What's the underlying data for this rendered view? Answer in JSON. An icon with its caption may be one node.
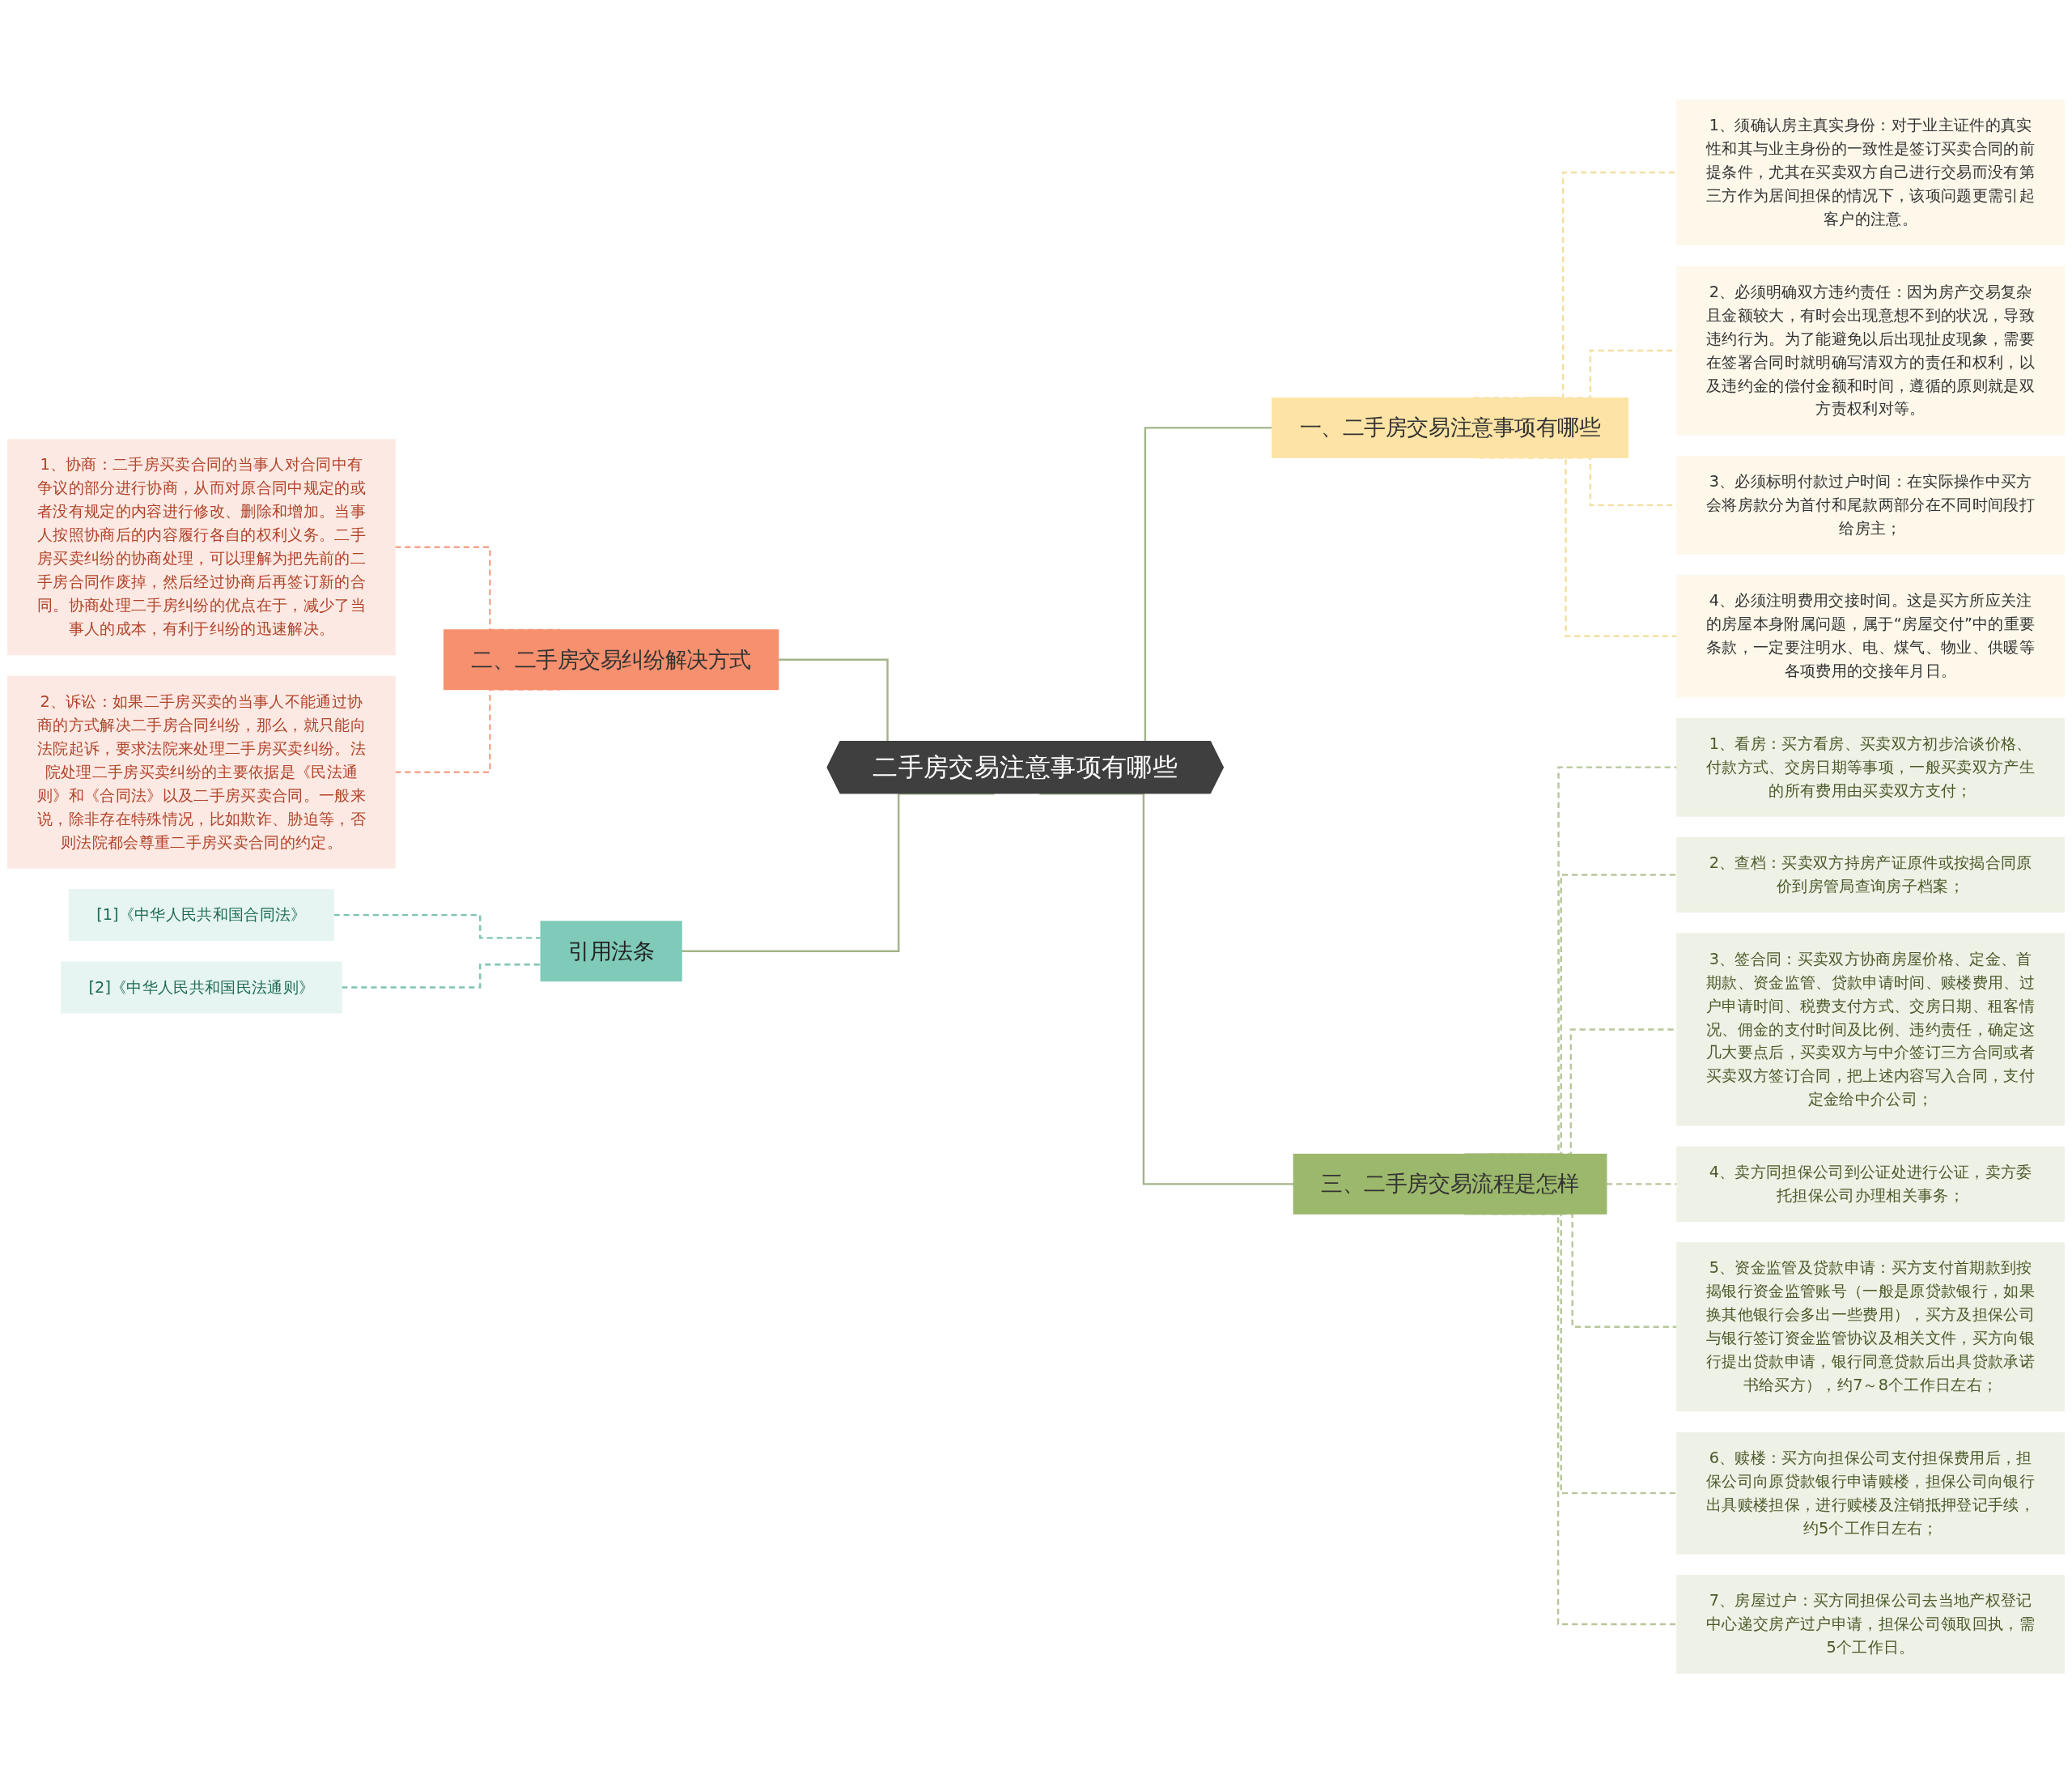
{
  "diagram": {
    "nodes": [
      {
        "text": [
          "二手房交易注意事项有哪些"
        ]
      },
      {
        "text": [
          "一、二手房交易注意事项有哪些"
        ]
      },
      {
        "text": [
          "1、须确认房主真实身份：对于业主证件的真实性和其与业主身份的一致性是签订买卖合同的前提条件，尤其在买卖双方自己进行交易而没有第三方作为居间担保的情况下，该项问题更需引起客户的注意。"
        ]
      },
      {
        "text": [
          "2、必须明确双方违约责任：因为房产交易复杂且金额较大，有时会出现意想不到的状况，导致违约行为。为了能避免以后出现扯皮现象，需要在签署合同时就明确写清双方的责任和权利，以及违约金的偿付金额和时间，遵循的原则就是双方责权利对等。"
        ]
      },
      {
        "text": [
          "3、必须标明付款过户时间：在实际操作中买方会将房款分为首付和尾款两部分在不同时间段打给房主；"
        ]
      },
      {
        "text": [
          "4、必须注明费用交接时间。这是买方所应关注的房屋本身附属问题，属于“房屋交付”中的重要条款，一定要注明水、电、煤气、物业、供暖等各项费用的交接年月日。"
        ]
      },
      {
        "text": [
          "二、二手房交易纠纷解决方式"
        ]
      },
      {
        "text": [
          "1、协商：二手房买卖合同的当事人对合同中有争议的部分进行协商，从而对原合同中规定的或者没有规定的内容进行修改、删除和增加。当事人按照协商后的内容履行各自的权利义务。二手房买卖纠纷的协商处理，可以理解为把先前的二手房合同作废掉，然后经过协商后再签订新的合同。协商处理二手房纠纷的优点在于，减少了当事人的成本，有利于纠纷的迅速解决。"
        ]
      },
      {
        "text": [
          "2、诉讼：如果二手房买卖的当事人不能通过协商的方式解决二手房合同纠纷，那么，就只能向法院起诉，要求法院来处理二手房买卖纠纷。法院处理二手房买卖纠纷的主要依据是《民法通则》和《合同法》以及二手房买卖合同。一般来说，除非存在特殊情况，比如欺诈、胁迫等，否则法院都会尊重二手房买卖合同的约定。"
        ]
      },
      {
        "text": [
          "引用法条"
        ]
      },
      {
        "text": [
          "[1]《中华人民共和国合同法》"
        ]
      },
      {
        "text": [
          "[2]《中华人民共和国民法通则》"
        ]
      },
      {
        "text": [
          "三、二手房交易流程是怎样"
        ]
      },
      {
        "text": [
          "1、看房：买方看房、买卖双方初步洽谈价格、付款方式、交房日期等事项，一般买卖双方产生的所有费用由买卖双方支付；"
        ]
      },
      {
        "text": [
          "2、查档：买卖双方持房产证原件或按揭合同原价到房管局查询房子档案；"
        ]
      },
      {
        "text": [
          "3、签合同：买卖双方协商房屋价格、定金、首期款、资金监管、贷款申请时间、赎楼费用、过户申请时间、税费支付方式、交房日期、租客情况、佣金的支付时间及比例、违约责任，确定这几大要点后，买卖双方与中介签订三方合同或者买卖双方签订合同，把上述内容写入合同，支付定金给中介公司；"
        ]
      },
      {
        "text": [
          "4、卖方同担保公司到公证处进行公证，卖方委托担保公司办理相关事务；"
        ]
      },
      {
        "text": [
          "5、资金监管及贷款申请：买方支付首期款到按揭银行资金监管账号（一般是原贷款银行，如果换其他银行会多出一些费用），买方及担保公司与银行签订资金监管协议及相关文件，买方向银行提出贷款申请，银行同意贷款后出具贷款承诺书给买方），约7～8个工作日左右；"
        ]
      },
      {
        "text": [
          "6、赎楼：买方向担保公司支付担保费用后，担保公司向原贷款银行申请赎楼，担保公司向银行出具赎楼担保，进行赎楼及注销抵押登记手续，约5个工作日左右；"
        ]
      },
      {
        "text": [
          "7、房屋过户：买方同担保公司去当地产权登记中心递交房产过户申请，担保公司领取回执，需5个工作日。"
        ]
      }
    ],
    "edges": [
      {
        "from": 0,
        "to": 1,
        "arrow": "none",
        "color": "#a3b48a"
      },
      {
        "from": 1,
        "to": 2,
        "arrow": "none",
        "style": "dashed",
        "color": "#f3dfa0"
      },
      {
        "from": 1,
        "to": 3,
        "arrow": "none",
        "style": "dashed",
        "color": "#f3dfa0"
      },
      {
        "from": 1,
        "to": 4,
        "arrow": "none",
        "style": "dashed",
        "color": "#f3dfa0"
      },
      {
        "from": 1,
        "to": 5,
        "arrow": "none",
        "style": "dashed",
        "color": "#f3dfa0"
      },
      {
        "from": 0,
        "to": 6,
        "arrow": "none",
        "color": "#a3b48a"
      },
      {
        "from": 6,
        "to": 7,
        "arrow": "none",
        "style": "dashed",
        "color": "#f4a58c"
      },
      {
        "from": 6,
        "to": 8,
        "arrow": "none",
        "style": "dashed",
        "color": "#f4a58c"
      },
      {
        "from": 0,
        "to": 9,
        "arrow": "none",
        "color": "#a3b48a"
      },
      {
        "from": 9,
        "to": 10,
        "arrow": "none",
        "style": "dashed",
        "color": "#7fc4b2"
      },
      {
        "from": 9,
        "to": 11,
        "arrow": "none",
        "style": "dashed",
        "color": "#7fc4b2"
      },
      {
        "from": 0,
        "to": 12,
        "arrow": "none",
        "color": "#a3b48a"
      },
      {
        "from": 12,
        "to": 13,
        "arrow": "none",
        "style": "dashed",
        "color": "#b7c79a"
      },
      {
        "from": 12,
        "to": 14,
        "arrow": "none",
        "style": "dashed",
        "color": "#b7c79a"
      },
      {
        "from": 12,
        "to": 15,
        "arrow": "none",
        "style": "dashed",
        "color": "#b7c79a"
      },
      {
        "from": 12,
        "to": 16,
        "arrow": "none",
        "style": "dashed",
        "color": "#b7c79a"
      },
      {
        "from": 12,
        "to": 17,
        "arrow": "none",
        "style": "dashed",
        "color": "#b7c79a"
      },
      {
        "from": 12,
        "to": 18,
        "arrow": "none",
        "style": "dashed",
        "color": "#b7c79a"
      },
      {
        "from": 12,
        "to": 19,
        "arrow": "none",
        "style": "dashed",
        "color": "#b7c79a"
      }
    ]
  }
}
